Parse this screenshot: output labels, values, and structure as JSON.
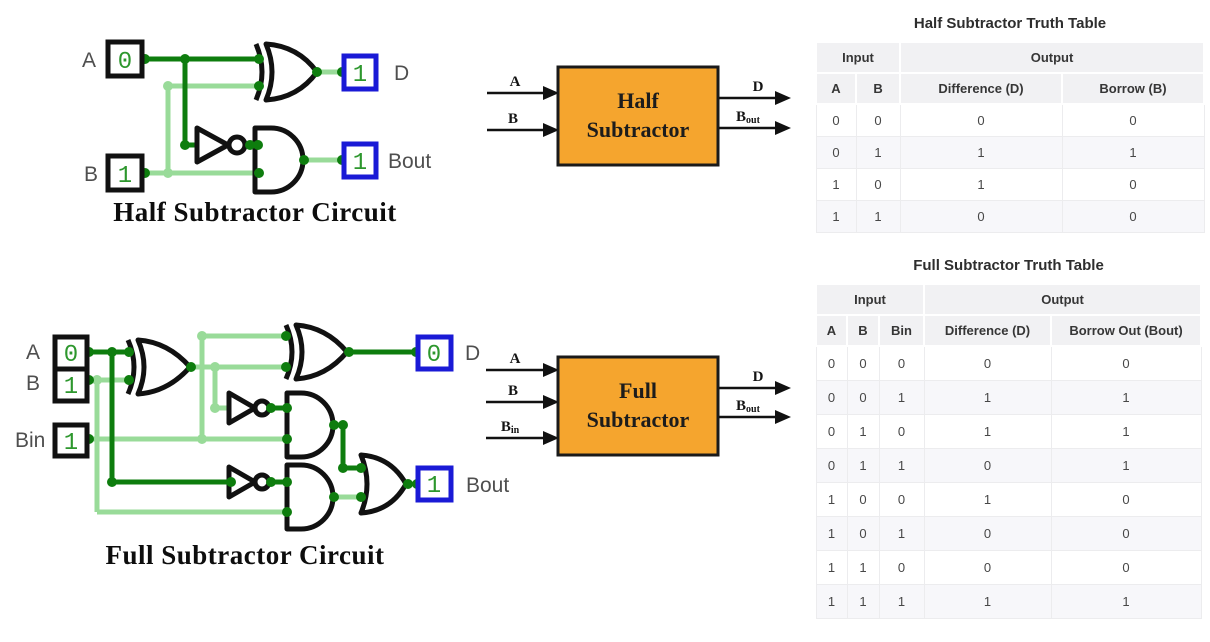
{
  "colors": {
    "wire_dark_green": "#0e7d0e",
    "wire_light_green": "#99db99",
    "digit_green": "#2d972d",
    "output_box_blue": "#1a1ad6",
    "block_orange": "#f5a52e",
    "gate_black": "#111111",
    "label_gray": "#4f4f4f"
  },
  "half": {
    "circuit": {
      "title": "Half Subtractor Circuit",
      "a_label": "A",
      "a_value": "0",
      "b_label": "B",
      "b_value": "1",
      "d_label": "D",
      "d_value": "1",
      "bout_label": "Bout",
      "bout_value": "1"
    },
    "block": {
      "line1": "Half",
      "line2": "Subtractor",
      "in_a": "A",
      "in_b": "B",
      "out_d": "D",
      "out_b_main": "B",
      "out_b_sub": "out"
    },
    "table": {
      "title": "Half Subtractor Truth Table",
      "group_input": "Input",
      "group_output": "Output",
      "columns": [
        "A",
        "B",
        "Difference (D)",
        "Borrow (B)"
      ],
      "rows": [
        [
          "0",
          "0",
          "0",
          "0"
        ],
        [
          "0",
          "1",
          "1",
          "1"
        ],
        [
          "1",
          "0",
          "1",
          "0"
        ],
        [
          "1",
          "1",
          "0",
          "0"
        ]
      ]
    }
  },
  "full": {
    "circuit": {
      "title": "Full Subtractor Circuit",
      "a_label": "A",
      "a_value": "0",
      "b_label": "B",
      "b_value": "1",
      "bin_label": "Bin",
      "bin_value": "1",
      "d_label": "D",
      "d_value": "0",
      "bout_label": "Bout",
      "bout_value": "1"
    },
    "block": {
      "line1": "Full",
      "line2": "Subtractor",
      "in_a": "A",
      "in_b": "B",
      "in_bin_main": "B",
      "in_bin_sub": "in",
      "out_d": "D",
      "out_b_main": "B",
      "out_b_sub": "out"
    },
    "table": {
      "title": "Full Subtractor Truth Table",
      "group_input": "Input",
      "group_output": "Output",
      "columns": [
        "A",
        "B",
        "Bin",
        "Difference (D)",
        "Borrow Out (Bout)"
      ],
      "rows": [
        [
          "0",
          "0",
          "0",
          "0",
          "0"
        ],
        [
          "0",
          "0",
          "1",
          "1",
          "1"
        ],
        [
          "0",
          "1",
          "0",
          "1",
          "1"
        ],
        [
          "0",
          "1",
          "1",
          "0",
          "1"
        ],
        [
          "1",
          "0",
          "0",
          "1",
          "0"
        ],
        [
          "1",
          "0",
          "1",
          "0",
          "0"
        ],
        [
          "1",
          "1",
          "0",
          "0",
          "0"
        ],
        [
          "1",
          "1",
          "1",
          "1",
          "1"
        ]
      ]
    }
  }
}
